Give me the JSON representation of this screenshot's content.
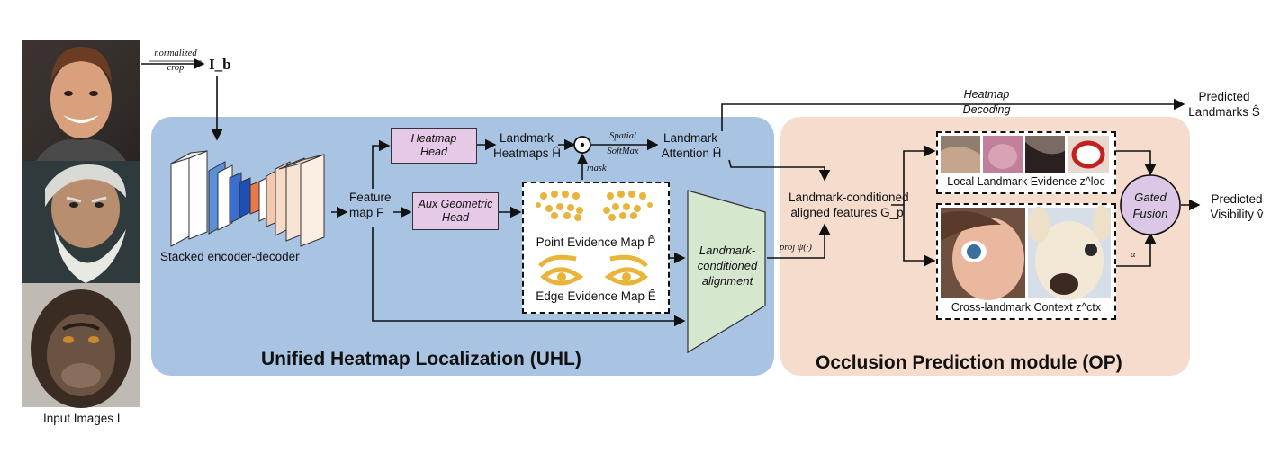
{
  "input": {
    "caption": "Input Images I"
  },
  "crop": {
    "top": "normalized",
    "bottom": "crop",
    "output": "I_b"
  },
  "encoder": {
    "label": "Stacked encoder-decoder"
  },
  "feature": {
    "line1": "Feature",
    "line2": "map F"
  },
  "heads": {
    "heatmap": "Heatmap Head",
    "aux": "Aux Geometric Head"
  },
  "heatmaps": {
    "line1": "Landmark",
    "line2": "Heatmaps Ĥ"
  },
  "softmax": {
    "top": "Spatial",
    "bottom": "SoftMax"
  },
  "mask": "mask",
  "attention": {
    "line1": "Landmark",
    "line2": "Attention H̃"
  },
  "evidence": {
    "point": "Point Evidence Map P̂",
    "edge": "Edge Evidence Map Ê"
  },
  "alignment": {
    "label": "Landmark-conditioned alignment"
  },
  "decoding": {
    "line1": "Heatmap",
    "line2": "Decoding"
  },
  "predicted_landmarks": {
    "line1": "Predicted",
    "line2": "Landmarks Ŝ"
  },
  "proj": "proj ψ(·)",
  "aligned": {
    "line1": "Landmark-conditioned",
    "line2": "aligned features G_p"
  },
  "local_evidence": "Local Landmark Evidence z^loc",
  "cross_context": "Cross-landmark Context z^ctx",
  "gated": {
    "line1": "Gated",
    "line2": "Fusion"
  },
  "alpha": "α",
  "predicted_visibility": {
    "line1": "Predicted",
    "line2": "Visibility v̂"
  },
  "uhl_title": "Unified Heatmap Localization (UHL)",
  "op_title": "Occlusion Prediction module (OP)",
  "colors": {
    "uhl_bg": "#a9c3e3",
    "op_bg": "#f5dccd",
    "head_bg": "#e5c9e6",
    "align_bg": "#d5e8cf",
    "evidence": "#e8b53a"
  }
}
